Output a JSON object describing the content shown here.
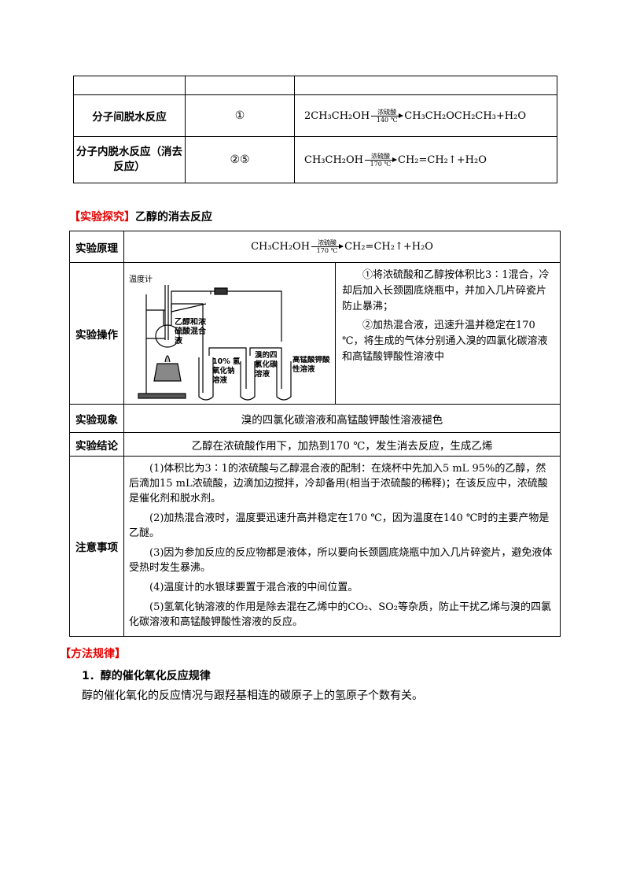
{
  "table1": {
    "rows": [
      {
        "label": "",
        "number": "",
        "equation": null
      },
      {
        "label": "分子间脱水反应",
        "number": "①",
        "equation": {
          "left": "2CH₃CH₂OH",
          "top": "浓硫酸",
          "bottom": "140 ℃",
          "right": "CH₃CH₂OCH₂CH₃+H₂O"
        }
      },
      {
        "label": "分子内脱水反应（消去反应）",
        "number": "②⑤",
        "equation": {
          "left": "CH₃CH₂OH",
          "top": "浓硫酸",
          "bottom": "170 ℃",
          "right": "CH₂=CH₂↑+H₂O"
        }
      }
    ]
  },
  "section1": {
    "tag": "【实验探究】",
    "title": "乙醇的消去反应"
  },
  "table2": {
    "principle": {
      "label": "实验原理",
      "left": "CH₃CH₂OH",
      "top": "浓硫酸",
      "bottom": "170 ℃",
      "right": "CH₂=CH₂↑+H₂O"
    },
    "operation": {
      "label": "实验操作",
      "diagram_labels": {
        "thermometer": "温度计",
        "mixture": "乙醇和浓硫酸混合液",
        "naoh": "10% 氢氧化钠溶液",
        "br_ccl4": "溴的四氯化碳溶液",
        "kmno4": "高锰酸钾酸性溶液"
      },
      "steps": [
        "①将浓硫酸和乙醇按体积比3∶1混合，冷却后加入长颈圆底烧瓶中，并加入几片碎瓷片防止暴沸；",
        "②加热混合液，迅速升温并稳定在170 ℃，将生成的气体分别通入溴的四氯化碳溶液和高锰酸钾酸性溶液中"
      ]
    },
    "phenomenon": {
      "label": "实验现象",
      "text": "溴的四氯化碳溶液和高锰酸钾酸性溶液褪色"
    },
    "conclusion": {
      "label": "实验结论",
      "text": "乙醇在浓硫酸作用下，加热到170 ℃，发生消去反应，生成乙烯"
    },
    "notes": {
      "label": "注意事项",
      "items": [
        "(1)体积比为3∶1的浓硫酸与乙醇混合液的配制：在烧杯中先加入5 mL 95%的乙醇，然后滴加15 mL浓硫酸，边滴加边搅拌，冷却备用(相当于浓硫酸的稀释)；在该反应中，浓硫酸是催化剂和脱水剂。",
        "(2)加热混合液时，温度要迅速升高并稳定在170 ℃，因为温度在140 ℃时的主要产物是乙醚。",
        "(3)因为参加反应的反应物都是液体，所以要向长颈圆底烧瓶中加入几片碎瓷片，避免液体受热时发生暴沸。",
        "(4)温度计的水银球要置于混合液的中间位置。",
        "(5)氢氧化钠溶液的作用是除去混在乙烯中的CO₂、SO₂等杂质，防止干扰乙烯与溴的四氯化碳溶液和高锰酸钾酸性溶液的反应。"
      ]
    }
  },
  "section2": {
    "tag": "【方法规律】",
    "heading": "1．醇的催化氧化反应规律",
    "body": "醇的催化氧化的反应情况与跟羟基相连的碳原子上的氢原子个数有关。"
  }
}
